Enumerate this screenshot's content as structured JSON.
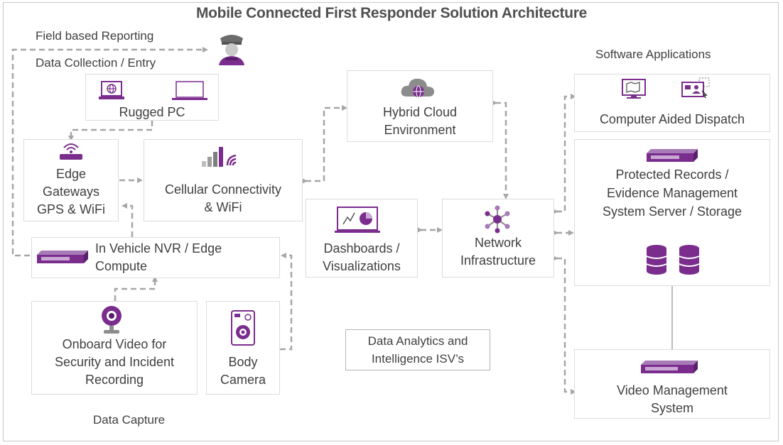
{
  "diagram": {
    "title": "Mobile Connected First Responder Solution Architecture",
    "labels": {
      "field_reporting": "Field based Reporting",
      "data_collection": "Data Collection / Entry",
      "software_applications": "Software Applications",
      "data_capture": "Data Capture"
    },
    "nodes": {
      "rugged_pc": "Rugged PC",
      "hybrid_cloud_1": "Hybrid Cloud",
      "hybrid_cloud_2": "Environment",
      "edge_gw_1": "Edge",
      "edge_gw_2": "Gateways",
      "edge_gw_3": "GPS & WiFi",
      "cellular_1": "Cellular Connectivity",
      "cellular_2": "& WiFi",
      "nvr_1": "In Vehicle NVR / Edge",
      "nvr_2": "Compute",
      "dash_1": "Dashboards /",
      "dash_2": "Visualizations",
      "network_1": "Network",
      "network_2": "Infrastructure",
      "cad": "Computer Aided Dispatch",
      "records_1": "Protected Records /",
      "records_2": "Evidence Management",
      "records_3": "System Server / Storage",
      "onboard_1": "Onboard Video for",
      "onboard_2": "Security and Incident",
      "onboard_3": "Recording",
      "body_1": "Body",
      "body_2": "Camera",
      "analytics_1": "Data Analytics and",
      "analytics_2": "Intelligence ISV’s",
      "vms_1": "Video Management",
      "vms_2": "System"
    },
    "colors": {
      "accent": "#7b2d8e",
      "light_accent": "#a77bb8",
      "connector": "#a6a6a6",
      "border": "#dcdcdc"
    }
  }
}
